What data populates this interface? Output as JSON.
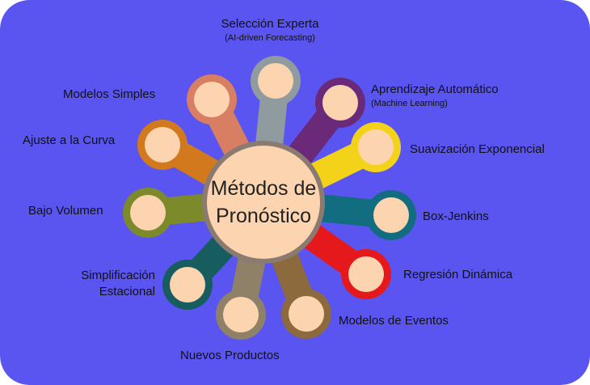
{
  "colors": {
    "background": "#5a55f0",
    "hub_fill": "#fcd5b0",
    "hub_ring": "#8a7a70"
  },
  "center": {
    "line1": "Métodos de",
    "line2": "Pronóstico"
  },
  "nodes": [
    {
      "key": "seleccion",
      "label": "Selección Experta",
      "sub": "(AI-driven Forecasting)",
      "color": "#8f9b9e"
    },
    {
      "key": "aprendizaje",
      "label": "Aprendizaje Automático",
      "sub": "(Machine Learning)",
      "color": "#6b2a79"
    },
    {
      "key": "suavizacion",
      "label": "Suavización Exponencial",
      "color": "#f3d21a"
    },
    {
      "key": "boxjenkins",
      "label": "Box-Jenkins",
      "color": "#126d80"
    },
    {
      "key": "regresion",
      "label": "Regresión Dinámica",
      "color": "#e5191b"
    },
    {
      "key": "eventos",
      "label": "Modelos de Eventos",
      "color": "#8c6a3e"
    },
    {
      "key": "nuevos",
      "label": "Nuevos Productos",
      "color": "#8f8068"
    },
    {
      "key": "simplificacion",
      "label": "Simplificación",
      "sub": "Estacional",
      "color": "#175c5e"
    },
    {
      "key": "bajo",
      "label": "Bajo Volumen",
      "color": "#7c8a2c"
    },
    {
      "key": "ajuste",
      "label": "Ajuste a la Curva",
      "color": "#d1791c"
    },
    {
      "key": "simples",
      "label": "Modelos Simples",
      "color": "#d87e62"
    }
  ]
}
